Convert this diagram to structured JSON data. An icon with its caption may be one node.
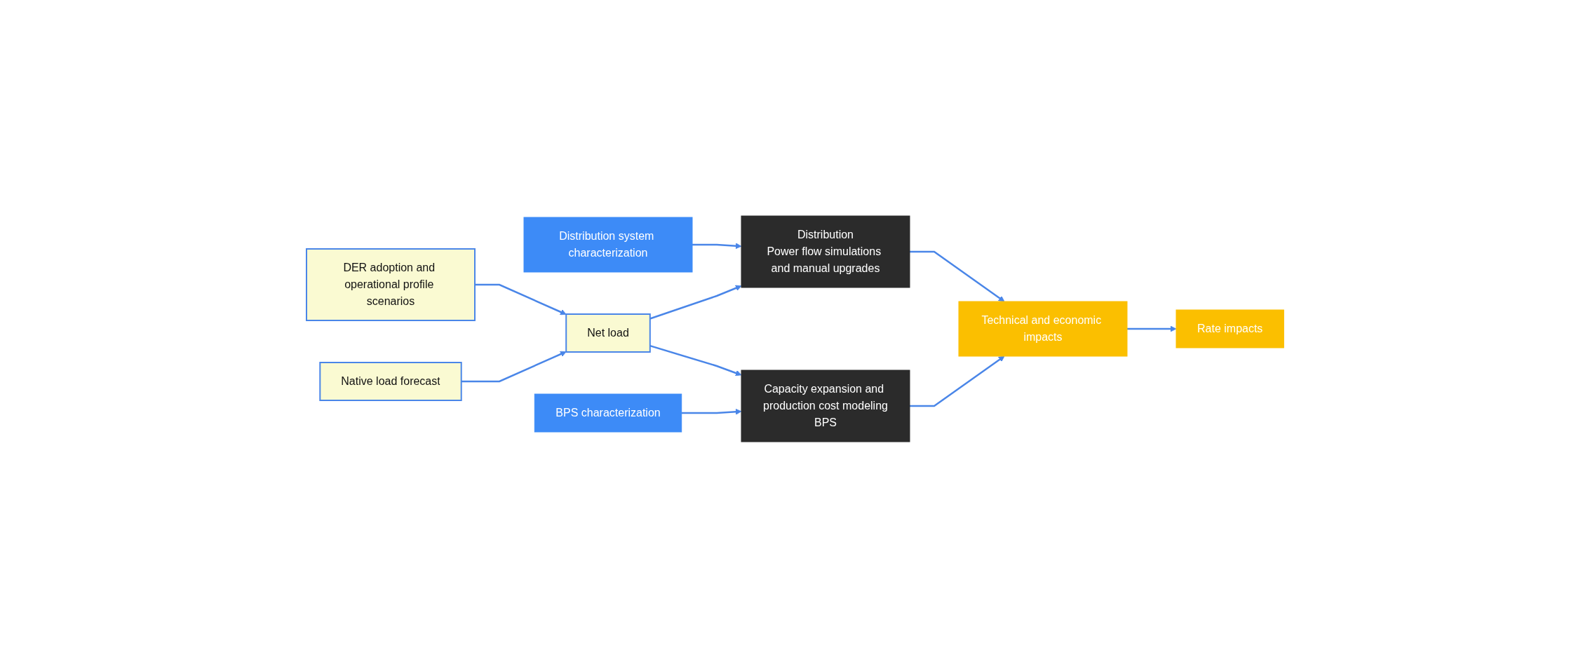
{
  "diagram": {
    "nodes": [
      {
        "text": [
          "DER adoption and operational profile scenarios"
        ]
      },
      {
        "text": [
          "Native load forecast"
        ]
      },
      {
        "text": [
          "Net load"
        ]
      },
      {
        "text": [
          "Distribution system characterization"
        ]
      },
      {
        "text": [
          "Distribution",
          "Power flow simulations and manual upgrades"
        ]
      },
      {
        "text": [
          "BPS characterization"
        ]
      },
      {
        "text": [
          "Capacity expansion and production cost modeling",
          "BPS"
        ]
      },
      {
        "text": [
          "Technical and economic impacts"
        ]
      },
      {
        "text": [
          "Rate impacts"
        ]
      }
    ],
    "edges": [
      {
        "from": 0,
        "to": 2,
        "arrow": "to"
      },
      {
        "from": 1,
        "to": 2,
        "arrow": "to"
      },
      {
        "from": 2,
        "to": 4,
        "arrow": "to"
      },
      {
        "from": 2,
        "to": 6,
        "arrow": "to"
      },
      {
        "from": 3,
        "to": 4,
        "arrow": "to"
      },
      {
        "from": 5,
        "to": 6,
        "arrow": "to"
      },
      {
        "from": 4,
        "to": 7,
        "arrow": "to"
      },
      {
        "from": 6,
        "to": 7,
        "arrow": "to"
      },
      {
        "from": 7,
        "to": 8,
        "arrow": "to"
      }
    ]
  }
}
